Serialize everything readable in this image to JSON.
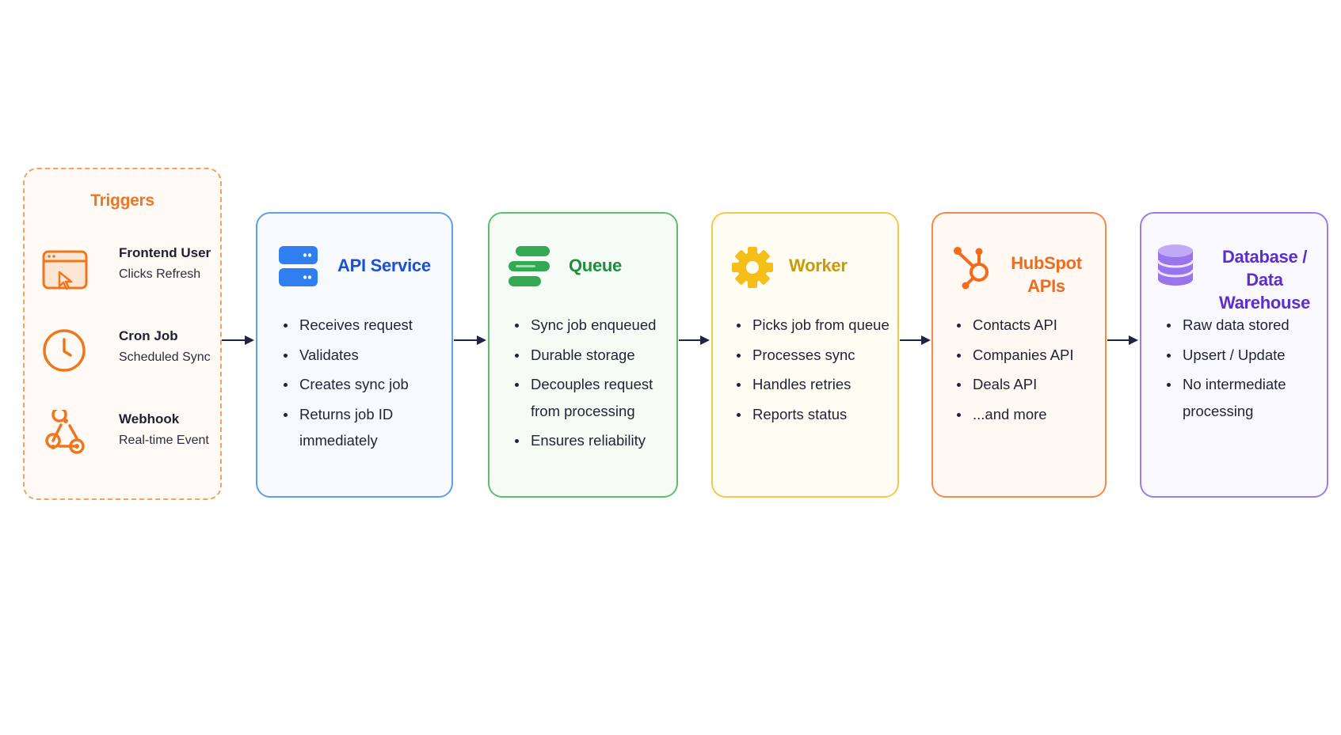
{
  "triggers": {
    "title": "Triggers",
    "items": [
      {
        "name": "Frontend User",
        "sub": "Clicks Refresh",
        "icon": "browser-click-icon"
      },
      {
        "name": "Cron Job",
        "sub": "Scheduled Sync",
        "icon": "clock-icon"
      },
      {
        "name": "Webhook",
        "sub": "Real-time Event",
        "icon": "webhook-icon"
      }
    ]
  },
  "api": {
    "title": "API Service",
    "icon": "server-icon",
    "color": "#1a4fd6",
    "items": [
      "Receives request",
      "Validates",
      "Creates sync job",
      "Returns job ID immediately"
    ]
  },
  "queue": {
    "title": "Queue",
    "icon": "queue-icon",
    "color": "#1e8e3e",
    "items": [
      "Sync job enqueued",
      "Durable storage",
      "Decouples request from processing",
      "Ensures reliability"
    ]
  },
  "worker": {
    "title": "Worker",
    "icon": "gear-icon",
    "color": "#c99a06",
    "items": [
      "Picks job from queue",
      "Processes sync",
      "Handles retries",
      "Reports status"
    ]
  },
  "hubspot": {
    "title_line1": "HubSpot",
    "title_line2": "APIs",
    "icon": "hubspot-icon",
    "color": "#ee6c1e",
    "items": [
      "Contacts API",
      "Companies API",
      "Deals API",
      "...and more"
    ]
  },
  "db": {
    "title_line1": "Database /",
    "title_line2": "Data Warehouse",
    "icon": "database-icon",
    "color": "#5b2fc9",
    "items": [
      "Raw data stored",
      "Upsert / Update",
      "No intermediate processing"
    ]
  },
  "colors": {
    "arrow": "#1e2540",
    "triggers_accent": "#f0761e"
  }
}
